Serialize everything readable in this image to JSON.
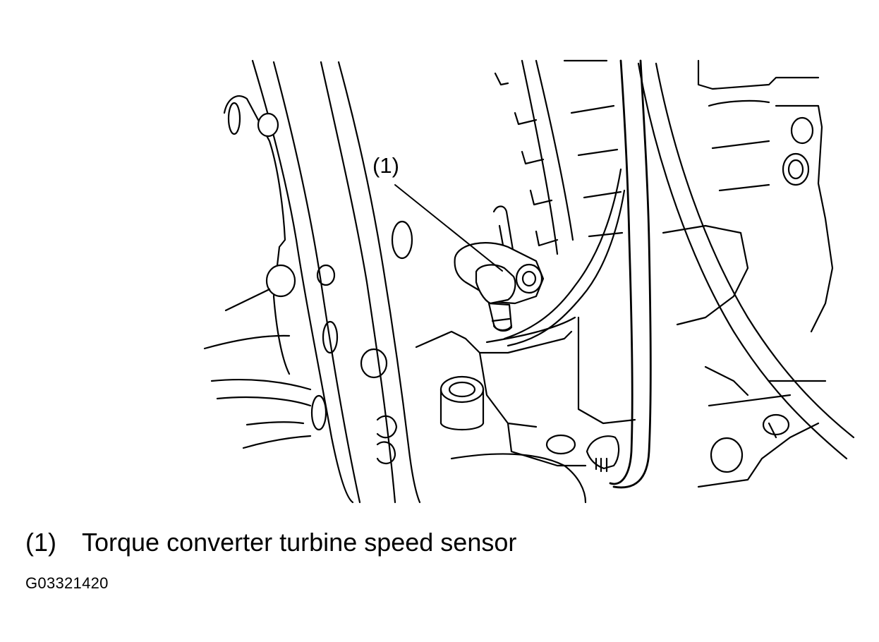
{
  "callout": {
    "number": "(1)"
  },
  "legend": {
    "items": [
      {
        "key": "(1)",
        "label": "Torque converter turbine speed sensor"
      }
    ]
  },
  "figure_id": "G03321420"
}
